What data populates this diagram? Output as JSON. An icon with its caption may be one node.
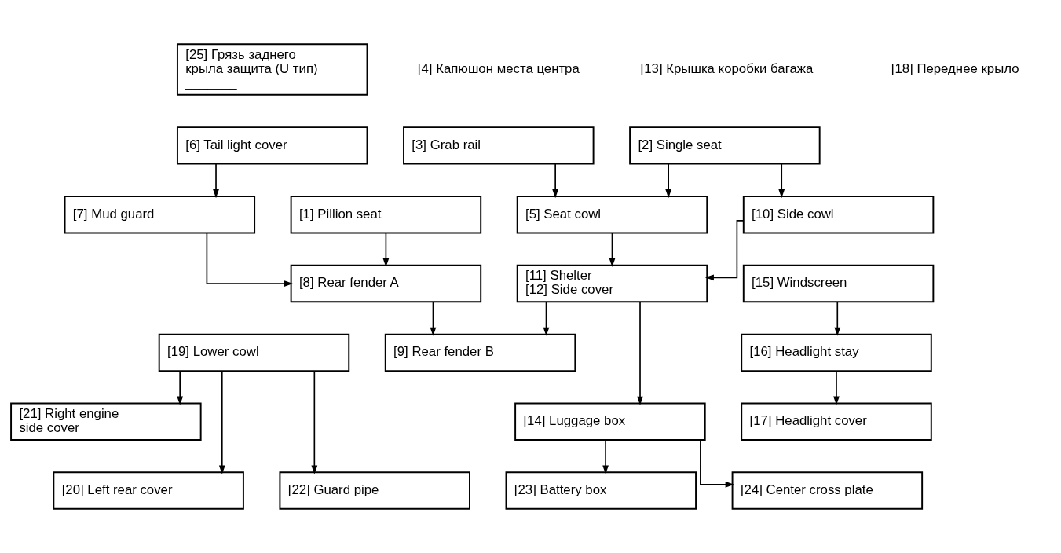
{
  "diagram": {
    "nodes": [
      {
        "text": [
          "[25] Грязь заднего крыла защита (U тип) _______"
        ]
      },
      {
        "text": [
          "[6] Tail light cover"
        ]
      },
      {
        "text": [
          "[3] Grab rail"
        ]
      },
      {
        "text": [
          "[2] Single seat"
        ]
      },
      {
        "text": [
          "[7] Mud guard"
        ]
      },
      {
        "text": [
          "[1] Pillion seat"
        ]
      },
      {
        "text": [
          "[5] Seat cowl"
        ]
      },
      {
        "text": [
          "[10] Side cowl"
        ]
      },
      {
        "text": [
          "[8] Rear fender A"
        ]
      },
      {
        "text": [
          "[11] Shelter",
          "[12] Side cover"
        ]
      },
      {
        "text": [
          "[15] Windscreen"
        ]
      },
      {
        "text": [
          "[19] Lower cowl"
        ]
      },
      {
        "text": [
          "[9] Rear fender B"
        ]
      },
      {
        "text": [
          "[16] Headlight stay"
        ]
      },
      {
        "text": [
          "[21] Right engine side cover"
        ]
      },
      {
        "text": [
          "[14] Luggage box"
        ]
      },
      {
        "text": [
          "[17] Headlight cover"
        ]
      },
      {
        "text": [
          "[20] Left rear cover"
        ]
      },
      {
        "text": [
          "[22] Guard pipe"
        ]
      },
      {
        "text": [
          "[23] Battery box"
        ]
      },
      {
        "text": [
          "[24] Center cross plate"
        ]
      }
    ],
    "edges": [
      {
        "from": 1,
        "to": 4,
        "arrow": "to"
      },
      {
        "from": 2,
        "to": 6,
        "arrow": "to"
      },
      {
        "from": 3,
        "to": 6,
        "arrow": "to"
      },
      {
        "from": 3,
        "to": 7,
        "arrow": "to"
      },
      {
        "from": 4,
        "to": 8,
        "arrow": "to"
      },
      {
        "from": 5,
        "to": 8,
        "arrow": "to"
      },
      {
        "from": 6,
        "to": 9,
        "arrow": "to"
      },
      {
        "from": 7,
        "to": 9,
        "arrow": "to"
      },
      {
        "from": 8,
        "to": 12,
        "arrow": "to"
      },
      {
        "from": 9,
        "to": 12,
        "arrow": "to"
      },
      {
        "from": 10,
        "to": 13,
        "arrow": "to"
      },
      {
        "from": 9,
        "to": 15,
        "arrow": "to"
      },
      {
        "from": 11,
        "to": 14,
        "arrow": "to"
      },
      {
        "from": 13,
        "to": 16,
        "arrow": "to"
      },
      {
        "from": 11,
        "to": 17,
        "arrow": "to"
      },
      {
        "from": 11,
        "to": 18,
        "arrow": "to"
      },
      {
        "from": 15,
        "to": 19,
        "arrow": "to"
      },
      {
        "from": 15,
        "to": 20,
        "arrow": "to"
      }
    ],
    "labels": [
      "[4] Капюшон места центра",
      "[13] Крышка коробки багажа",
      "[18] Переднее крыло"
    ]
  }
}
